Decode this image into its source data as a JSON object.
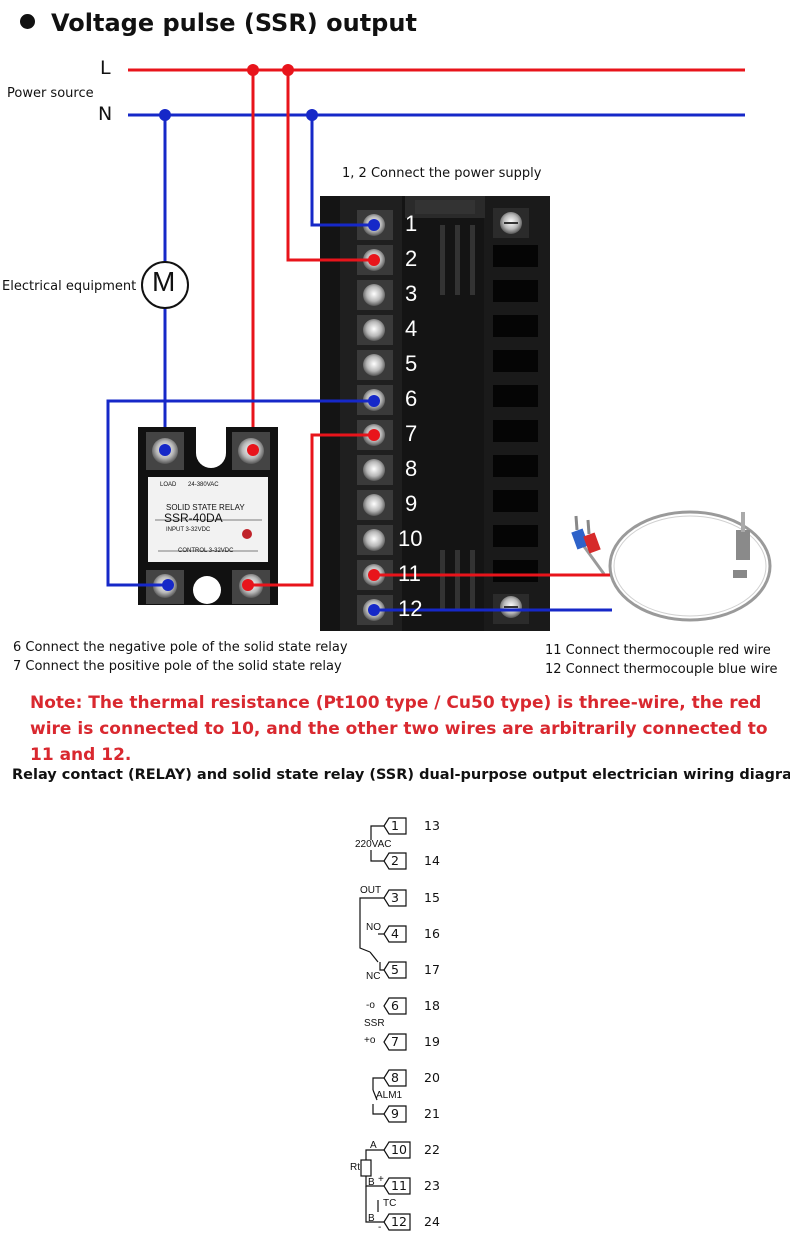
{
  "title": "Voltage pulse (SSR) output",
  "power": {
    "label": "Power source",
    "line_l": "L",
    "line_n": "N"
  },
  "device_label": "Electrical equipment",
  "motor_symbol": "M",
  "power_caption": "1, 2 Connect the power supply",
  "ssr": {
    "brand_line": "SOLID STATE RELAY",
    "model": "SSR-40DA",
    "input_text": "INPUT 3-32VDC",
    "control_text": "CONTROL 3-32VDC",
    "load_left": "LOAD",
    "load_right": "24-380VAC"
  },
  "terminal_numbers": [
    "1",
    "2",
    "3",
    "4",
    "5",
    "6",
    "7",
    "8",
    "9",
    "10",
    "11",
    "12"
  ],
  "left_notes": [
    "6 Connect the negative pole of the solid state relay",
    "7 Connect the positive pole of the solid state relay"
  ],
  "right_notes": [
    "11 Connect thermocouple red wire",
    "12 Connect thermocouple blue wire"
  ],
  "note": "Note: The thermal resistance (Pt100 type / Cu50 type) is three-wire, the red wire is connected to 10, and the other two wires are arbitrarily connected to 11 and 12.",
  "wiring_title": "Relay contact (RELAY) and solid state relay (SSR) dual-purpose output electrician wiring diagram",
  "schematic": {
    "boxes": [
      "1",
      "2",
      "3",
      "4",
      "5",
      "6",
      "7",
      "8",
      "9",
      "10",
      "11",
      "12"
    ],
    "right_numbers": [
      "13",
      "14",
      "15",
      "16",
      "17",
      "18",
      "19",
      "20",
      "21",
      "22",
      "23",
      "24"
    ],
    "labels": {
      "vac": "220VAC",
      "out": "OUT",
      "no": "NO",
      "nc": "NC",
      "ssr": "SSR",
      "minus": "-o",
      "plus": "+o",
      "alm": "ALM1",
      "a": "A",
      "rt": "Rt",
      "b1": "B",
      "plus_tc": "+",
      "tc": "TC",
      "b2": "B",
      "minus_tc": "-"
    }
  },
  "colors": {
    "red": "#e8141b",
    "blue": "#1628c8",
    "note": "#d9282f",
    "terminal_body": "#111111"
  }
}
